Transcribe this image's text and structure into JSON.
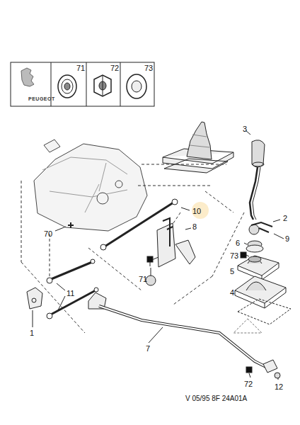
{
  "diagram": {
    "labels": [
      "PEUGEOT",
      "71",
      "72",
      "73",
      "3",
      "10",
      "2",
      "8",
      "9",
      "6",
      "70",
      "71",
      "73",
      "5",
      "4",
      "11",
      "1",
      "7",
      "72",
      "12",
      "V 05/95 8F 24A01A"
    ]
  }
}
